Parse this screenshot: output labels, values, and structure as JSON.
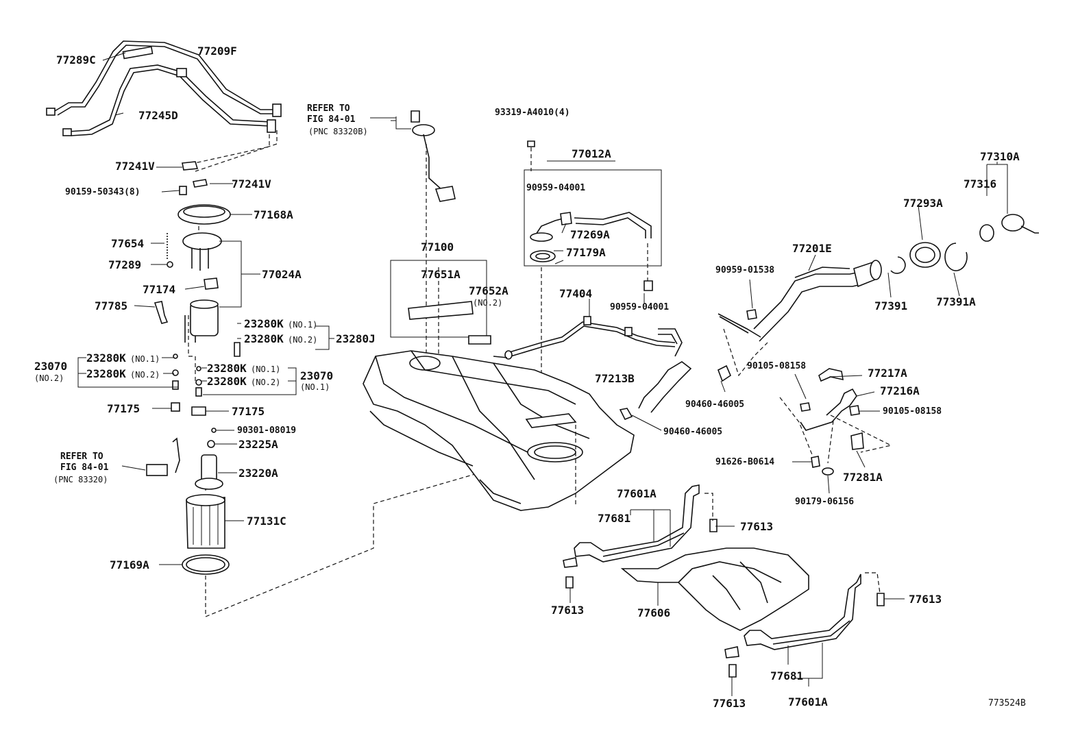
{
  "diagram_id": "773524B",
  "refs": {
    "fig84_01_a": [
      "REFER TO",
      "FIG 84-01",
      "(PNC 83320B)"
    ],
    "fig84_01_b": [
      "REFER TO",
      "FIG 84-01",
      "(PNC 83320)"
    ]
  },
  "labels": {
    "p77289C": "77289C",
    "p77209F": "77209F",
    "p77245D": "77245D",
    "p77241V_a": "77241V",
    "p77241V_b": "77241V",
    "p90159": "90159-50343(8)",
    "p77168A": "77168A",
    "p77654": "77654",
    "p77289": "77289",
    "p77024A": "77024A",
    "p77174": "77174",
    "p77785": "77785",
    "p23280K_1a": "23280K",
    "p23280K_2a": "23280K",
    "p23280J": "23280J",
    "p23070_a": "23070",
    "p23280K_1b": "23280K",
    "p23280K_2b": "23280K",
    "p23280K_1c": "23280K",
    "p23280K_2c": "23280K",
    "p23070_b": "23070",
    "p77175_a": "77175",
    "p77175_b": "77175",
    "p90301": "90301-08019",
    "p23225A": "23225A",
    "p23220A": "23220A",
    "p77131C": "77131C",
    "p77169A": "77169A",
    "p77100": "77100",
    "p77651A": "77651A",
    "p77652A": "77652A",
    "p93319": "93319-A4010(4)",
    "p77012A": "77012A",
    "p90959_04001_a": "90959-04001",
    "p77269A": "77269A",
    "p77179A": "77179A",
    "p90959_04001_b": "90959-04001",
    "p77404": "77404",
    "p77213B": "77213B",
    "p90460_a": "90460-46005",
    "p90460_b": "90460-46005",
    "p77310A": "77310A",
    "p77316": "77316",
    "p77293A": "77293A",
    "p77201E": "77201E",
    "p90959_01538": "90959-01538",
    "p77391": "77391",
    "p77391A": "77391A",
    "p90105_a": "90105-08158",
    "p77217A": "77217A",
    "p77216A": "77216A",
    "p90105_b": "90105-08158",
    "p91626": "91626-B0614",
    "p77281A": "77281A",
    "p90179": "90179-06156",
    "p77601A_a": "77601A",
    "p77681_a": "77681",
    "p77613_a": "77613",
    "p77613_b": "77613",
    "p77606": "77606",
    "p77613_c": "77613",
    "p77681_b": "77681",
    "p77601A_b": "77601A",
    "p77613_d": "77613"
  },
  "subs": {
    "no1": "(NO.1)",
    "no2": "(NO.2)"
  }
}
